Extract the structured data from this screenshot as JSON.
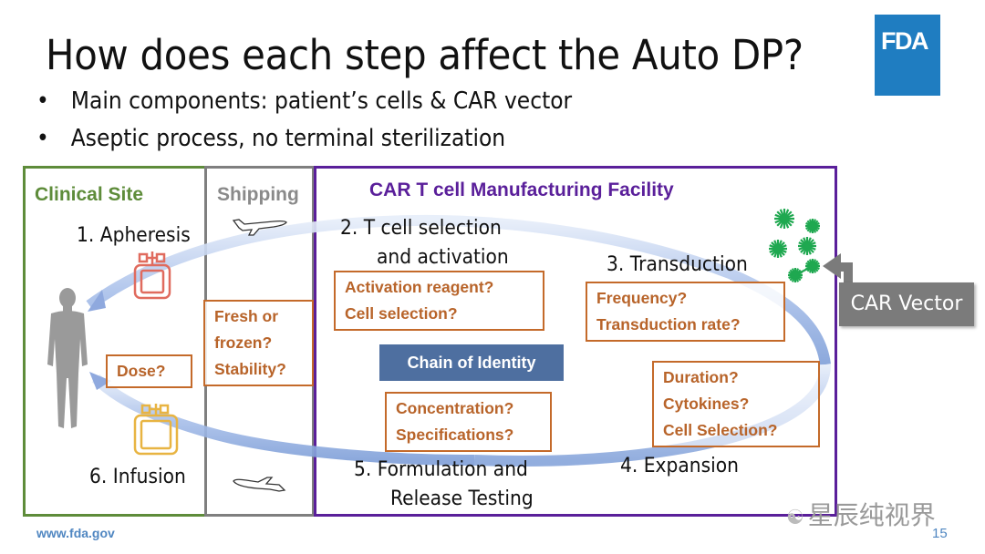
{
  "slide": {
    "title": "How does each step affect the Auto DP?",
    "bullets": [
      "Main components: patient’s cells & CAR vector",
      "Aseptic process, no terminal sterilization"
    ],
    "bullet_symbol": "•",
    "logo_text": "FDA",
    "footer_url": "www.fda.gov",
    "page_number": "15",
    "watermark": "星辰纯视界"
  },
  "colors": {
    "clinical": "#5e8c3a",
    "shipping": "#7f7f7f",
    "facility": "#5a1f9a",
    "question": "#b8642a",
    "fda_blue": "#1f7dc1",
    "chain": "#4e6fa0",
    "vector_green": "#1fa850"
  },
  "sections": {
    "clinical": "Clinical Site",
    "shipping": "Shipping",
    "facility": "CAR T cell Manufacturing Facility"
  },
  "steps": {
    "apheresis": "1. Apheresis",
    "tcell_line1": "2.   T cell selection",
    "tcell_line2": "and activation",
    "transduction": "3. Transduction",
    "expansion": "4. Expansion",
    "formulation_line1": "5.   Formulation and",
    "formulation_line2": "Release Testing",
    "infusion": "6. Infusion"
  },
  "questions": {
    "dose": [
      "Dose?"
    ],
    "shipping": [
      "Fresh or",
      "frozen?",
      "Stability?"
    ],
    "activation": [
      "Activation reagent?",
      "Cell selection?"
    ],
    "transduction": [
      "Frequency?",
      "Transduction rate?"
    ],
    "expansion": [
      "Duration?",
      "Cytokines?",
      "Cell Selection?"
    ],
    "formulation": [
      "Concentration?",
      "Specifications?"
    ]
  },
  "chain_of_identity": "Chain of Identity",
  "car_vector": "CAR Vector"
}
